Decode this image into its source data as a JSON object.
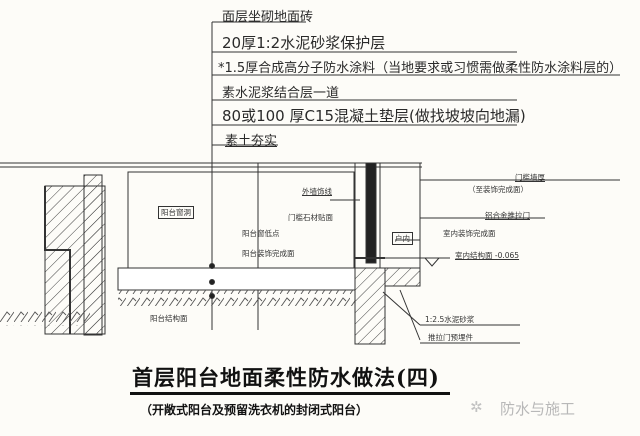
{
  "layers": [
    "面层坐砌地面砖",
    "20厚1:2水泥砂浆保护层",
    "*1.5厚合成高分子防水涂料（当地要求或习惯需做柔性防水涂料层的）",
    "素水泥浆结合层一道",
    "80或100 厚C15混凝土垫层(做找坡坡向地漏)",
    "素土夯实"
  ],
  "labels": {
    "balcony_window": "阳台窗洞",
    "exterior_trim": "外墙饰线",
    "sill_stone": "门槛石材贴面",
    "balcony_low_point": "阳台窗低点",
    "balcony_finish": "阳台装饰完成面",
    "indoor": "户内",
    "indoor_finish": "室内装饰完成面",
    "indoor_structure": "室内结构面 -0.065",
    "sill_wall": "门槛墙厚",
    "sill_wall_note": "（至装饰完成面）",
    "sliding_door": "铝合金推拉门",
    "mortar": "1:2.5水泥砂浆",
    "embedded": "推拉门预埋件",
    "balcony_structure": "阳台结构面"
  },
  "title": "首层阳台地面柔性防水做法(四)",
  "subtitle": "（开敞式阳台及预留洗衣机的封闭式阳台）",
  "watermark": "防水与施工"
}
